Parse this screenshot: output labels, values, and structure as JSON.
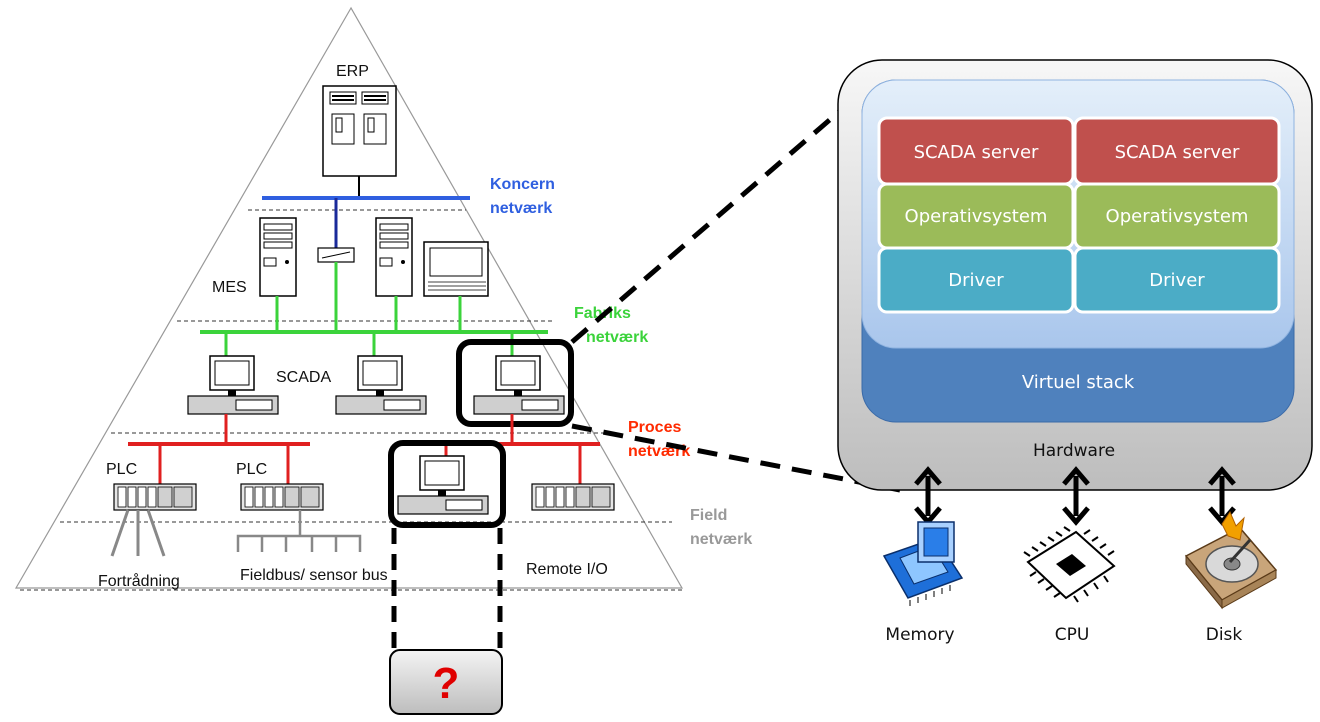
{
  "pyramid": {
    "levels": {
      "erp": "ERP",
      "mes": "MES",
      "scada": "SCADA",
      "plc_1": "PLC",
      "plc_2": "PLC"
    },
    "networks": {
      "koncern_1": "Koncern",
      "koncern_2": "netværk",
      "fabriks_1": "Fabriks",
      "fabriks_2": "netværk",
      "proces_1": "Proces",
      "proces_2": "netværk",
      "field_1": "Field",
      "field_2": "netværk"
    },
    "bottom": {
      "wiring": "Fortrådning",
      "fieldbus": "Fieldbus/ sensor bus",
      "remote_io": "Remote I/O"
    },
    "unknown_box": "?"
  },
  "virtualization": {
    "columns": [
      {
        "app": "SCADA server",
        "os": "Operativsystem",
        "driver": "Driver"
      },
      {
        "app": "SCADA server",
        "os": "Operativsystem",
        "driver": "Driver"
      }
    ],
    "virtual_stack": "Virtuel stack",
    "hardware": "Hardware",
    "components": {
      "memory": "Memory",
      "cpu": "CPU",
      "disk": "Disk"
    }
  },
  "colors": {
    "koncern_net": "#2f5fe0",
    "fabriks_net": "#3bd33b",
    "proces_net": "#e02020",
    "field_net": "#999999",
    "scada_server": "#c0504d",
    "os": "#9bbb59",
    "driver": "#4bacc6",
    "virtual_stack": "#4f81bd",
    "vm_panel": "#c6d9f1"
  }
}
